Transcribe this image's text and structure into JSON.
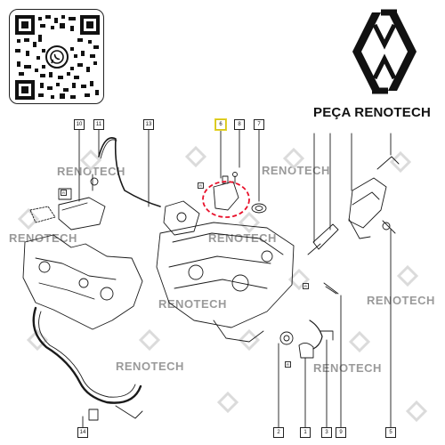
{
  "brand": {
    "name": "PEÇA RENOTECH",
    "accent_color": "#1a1a1a"
  },
  "qr": {
    "icon": "whatsapp-icon"
  },
  "watermark": {
    "label": "RENOTECH",
    "icon": "renault-logo-icon",
    "color": "#9a9a9a"
  },
  "diagram": {
    "highlight_color": "#e8102a",
    "callouts": [
      {
        "id": "10",
        "label": "10"
      },
      {
        "id": "11",
        "label": "11"
      },
      {
        "id": "13",
        "label": "13"
      },
      {
        "id": "6",
        "label": "6",
        "highlighted": true
      },
      {
        "id": "8",
        "label": "8"
      },
      {
        "id": "7",
        "label": "7"
      },
      {
        "id": "14",
        "label": "14"
      },
      {
        "id": "2",
        "label": "2"
      },
      {
        "id": "1",
        "label": "1"
      },
      {
        "id": "3",
        "label": "3"
      },
      {
        "id": "9",
        "label": "9"
      },
      {
        "id": "5",
        "label": "5"
      }
    ],
    "tags": [
      {
        "id": "tag-1",
        "label": "R"
      },
      {
        "id": "tag-2",
        "label": "R"
      },
      {
        "id": "tag-3",
        "label": "R"
      },
      {
        "id": "tag-4",
        "label": "R"
      }
    ]
  }
}
